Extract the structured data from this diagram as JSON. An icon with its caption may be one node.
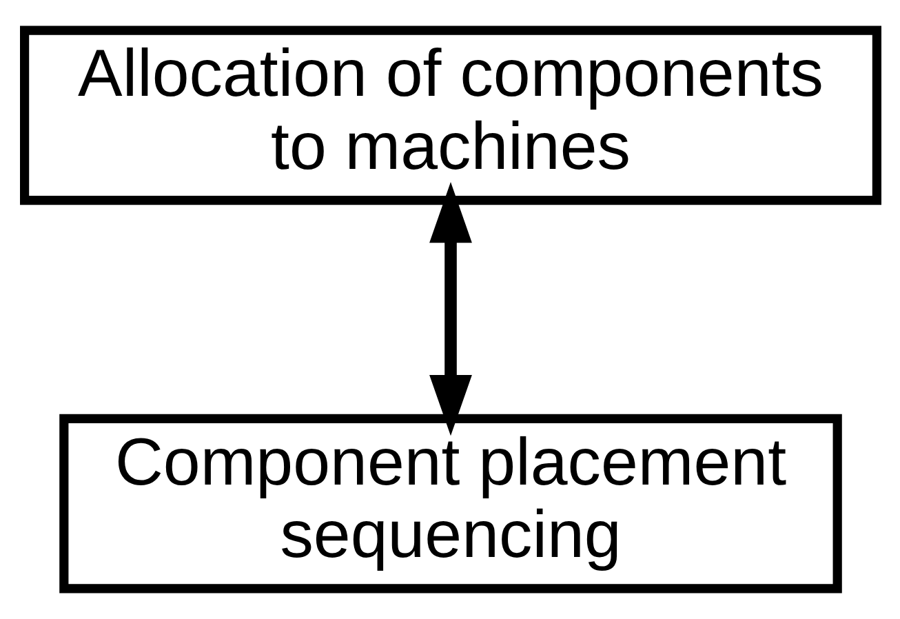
{
  "diagram": {
    "nodes": [
      {
        "text": [
          "Allocation of components to machines"
        ]
      },
      {
        "text": [
          "Component placement sequencing"
        ]
      }
    ],
    "edges": [
      {
        "from": 0,
        "to": 1,
        "arrow": "both"
      }
    ]
  }
}
